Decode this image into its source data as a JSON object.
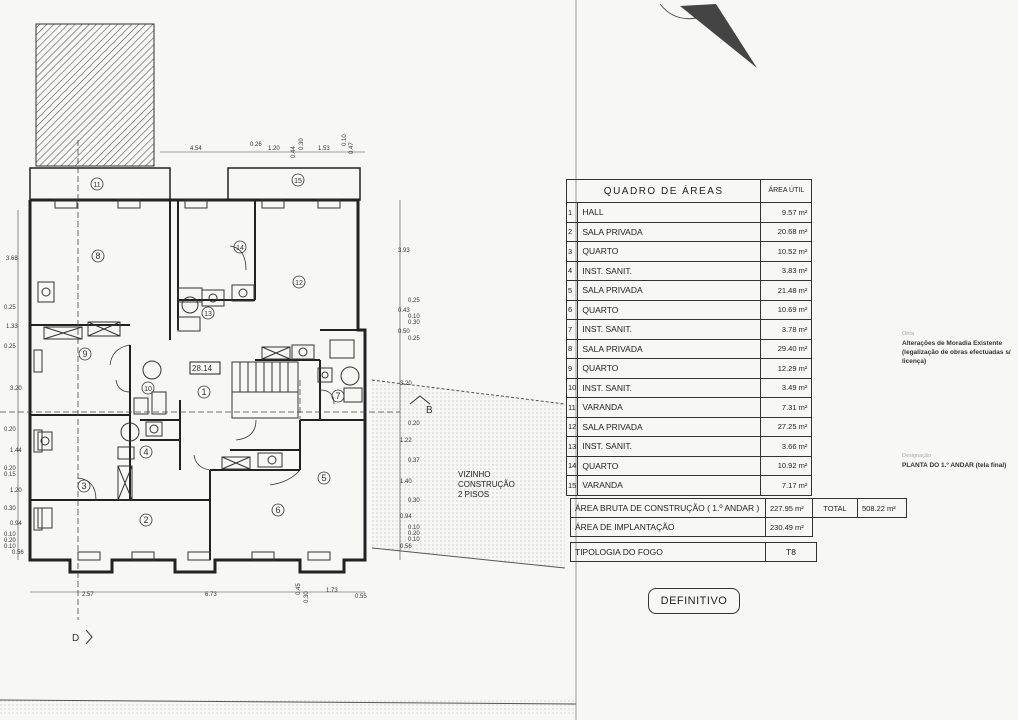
{
  "table": {
    "title": "QUADRO DE ÁREAS",
    "util_header": "ÁREA ÚTIL",
    "rows": [
      {
        "n": "1",
        "name": "HALL",
        "area": "9.57 m²"
      },
      {
        "n": "2",
        "name": "SALA PRIVADA",
        "area": "20.68 m²"
      },
      {
        "n": "3",
        "name": "QUARTO",
        "area": "10.52 m²"
      },
      {
        "n": "4",
        "name": "INST. SANIT.",
        "area": "3.83 m²"
      },
      {
        "n": "5",
        "name": "SALA PRIVADA",
        "area": "21.48 m²"
      },
      {
        "n": "6",
        "name": "QUARTO",
        "area": "10.69 m²"
      },
      {
        "n": "7",
        "name": "INST. SANIT.",
        "area": "3.78 m²"
      },
      {
        "n": "8",
        "name": "SALA PRIVADA",
        "area": "29.40 m²"
      },
      {
        "n": "9",
        "name": "QUARTO",
        "area": "12.29 m²"
      },
      {
        "n": "10",
        "name": "INST. SANIT.",
        "area": "3.49 m²"
      },
      {
        "n": "11",
        "name": "VARANDA",
        "area": "7.31 m²"
      },
      {
        "n": "12",
        "name": "SALA PRIVADA",
        "area": "27.25 m²"
      },
      {
        "n": "13",
        "name": "INST. SANIT.",
        "area": "3.66 m²"
      },
      {
        "n": "14",
        "name": "QUARTO",
        "area": "10.92 m²"
      },
      {
        "n": "15",
        "name": "VARANDA",
        "area": "7.17 m²"
      }
    ]
  },
  "totals": {
    "bruta_label": "ÁREA BRUTA DE CONSTRUÇÃO ( 1.º ANDAR )",
    "bruta_value": "227.95 m²",
    "total_label": "TOTAL",
    "total_value": "508.22 m²",
    "implantacao_label": "ÁREA DE IMPLANTAÇÃO",
    "implantacao_value": "230.49 m²",
    "tipologia_label": "TIPOLOGIA DO FOGO",
    "tipologia_value": "T8"
  },
  "stamp": "DEFINITIVO",
  "side_info": {
    "obra_label": "Obra",
    "obra_text": "Alterações de Moradia Existente (legalização de obras efectuadas s/ licença)",
    "desig_label": "Designação",
    "desig_text": "PLANTA DO 1.º ANDAR (tela final)"
  },
  "neighbour": [
    "VIZINHO",
    "CONSTRUÇÃO",
    "2 PISOS"
  ],
  "plan": {
    "hall_area": "28.14",
    "section_b": "B",
    "section_d": "D",
    "rooms": [
      "1",
      "2",
      "3",
      "4",
      "5",
      "6",
      "7",
      "8",
      "9",
      "10",
      "11",
      "12",
      "13",
      "14",
      "15"
    ],
    "dims_top": [
      "4.54",
      "0.26",
      "1.20",
      "0.44",
      "0.30",
      "1.53",
      "0.10",
      "0.47"
    ],
    "dims_left": [
      "3.68",
      "0.25",
      "1.33",
      "0.25",
      "3.20",
      "0.20",
      "1.44",
      "0.20",
      "0.15",
      "1.20",
      "0.30",
      "0.94",
      "0.10",
      "0.20",
      "0.10",
      "0.56"
    ],
    "dims_right": [
      "3.93",
      "0.25",
      "0.43",
      "0.10",
      "0.30",
      "0.50",
      "0.25",
      "3.20",
      "0.20",
      "1.22",
      "0.37",
      "1.40",
      "0.30",
      "0.94",
      "0.10",
      "0.20",
      "0.10",
      "0.56"
    ],
    "dims_bottom": [
      "2.57",
      "6.73",
      "0.45",
      "0.30",
      "1.73",
      "0.55"
    ]
  }
}
